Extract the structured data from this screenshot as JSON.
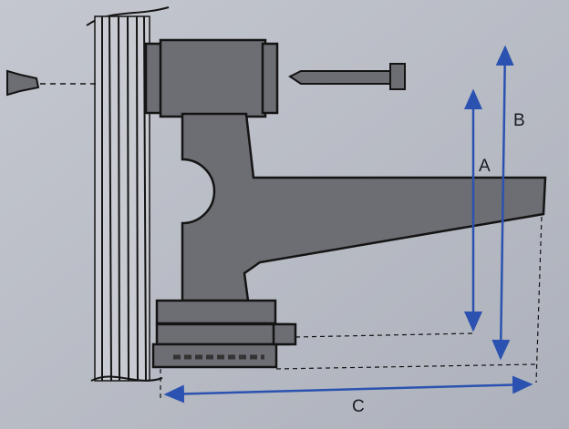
{
  "diagram": {
    "dimension_labels": {
      "a": "A",
      "b": "B",
      "c": "C"
    },
    "colors": {
      "background": "#b9bdc6",
      "bracket": "#6d6d74",
      "arrow": "#2b52b0",
      "outline": "#141414"
    }
  }
}
